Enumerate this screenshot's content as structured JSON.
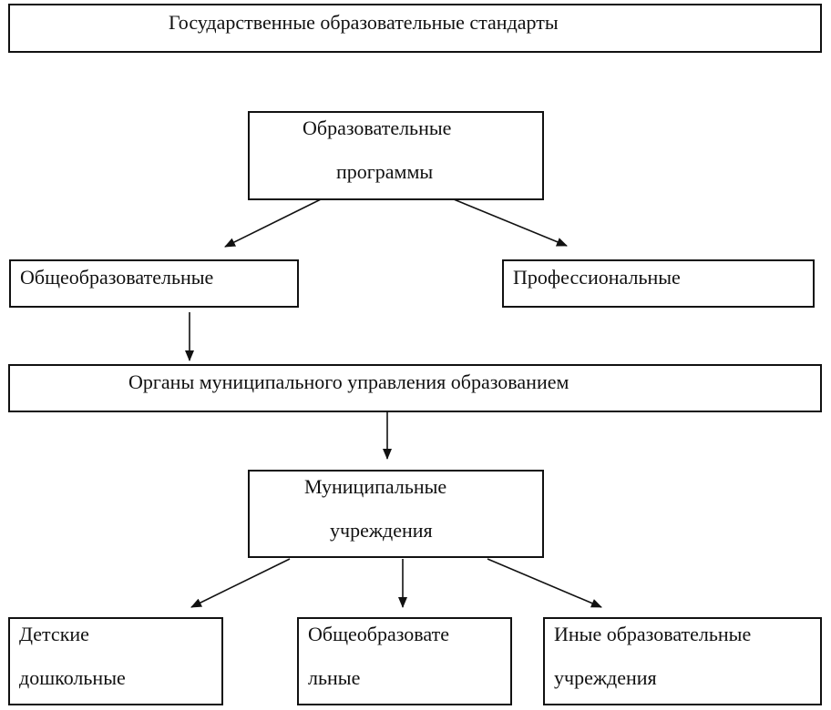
{
  "diagram": {
    "standards": "Государственные образовательные стандарты",
    "programs": {
      "line1": "Образовательные",
      "line2": "программы"
    },
    "general": "Общеобразовательные",
    "professional": "Профессиональные",
    "municipal_bodies": "Органы муниципального управления образованием",
    "municipal_institutions": {
      "line1": "Муниципальные",
      "line2": "учреждения"
    },
    "preschool": {
      "line1": "Детские",
      "line2": "дошкольные"
    },
    "general_schools": {
      "line1": "Общеобразовате",
      "line2": "льные"
    },
    "other_institutions": {
      "line1": "Иные образовательные",
      "line2": "учреждения"
    }
  }
}
